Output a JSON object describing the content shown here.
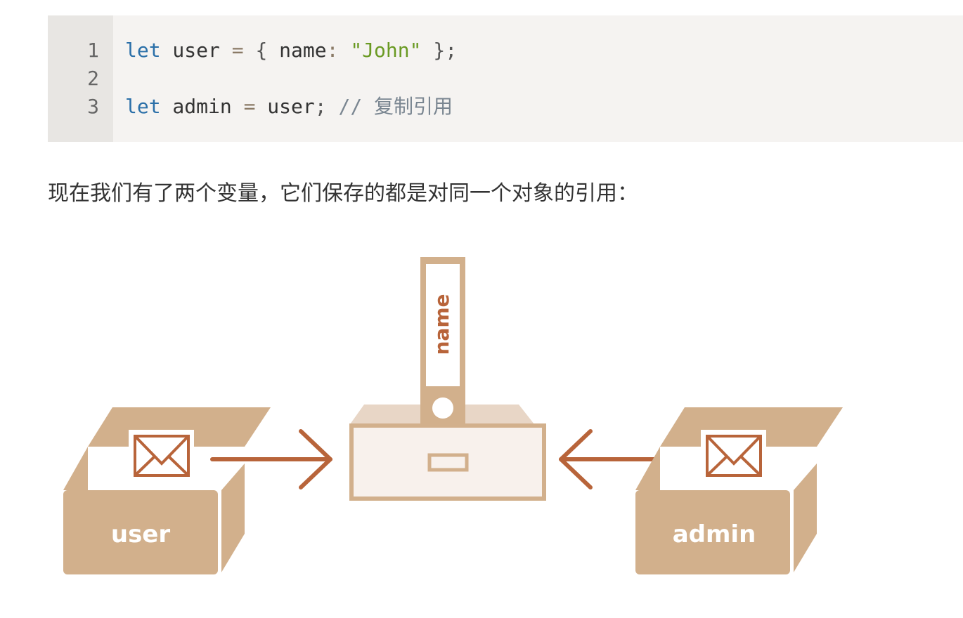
{
  "code": {
    "line_numbers": [
      "1",
      "2",
      "3"
    ],
    "line1": {
      "kw": "let",
      "var": " user ",
      "eq": "=",
      "open": " { ",
      "key": "name",
      "colon": ":",
      "str": "\"John\"",
      "close": " };"
    },
    "line3": {
      "kw": "let",
      "var": " admin ",
      "eq": "=",
      "rest": " user",
      "semi": ";",
      "comment": " // 复制引用"
    }
  },
  "paragraph": "现在我们有了两个变量，它们保存的都是对同一个对象的引用：",
  "diagram": {
    "left_box_label": "user",
    "right_box_label": "admin",
    "folder_label": "name",
    "colors": {
      "box": "#d2b08c",
      "box_dark": "#c9a47d",
      "accent": "#b8643a",
      "cabinet_fill": "#f8f1ec",
      "cabinet_top": "#e8d6c6"
    }
  }
}
